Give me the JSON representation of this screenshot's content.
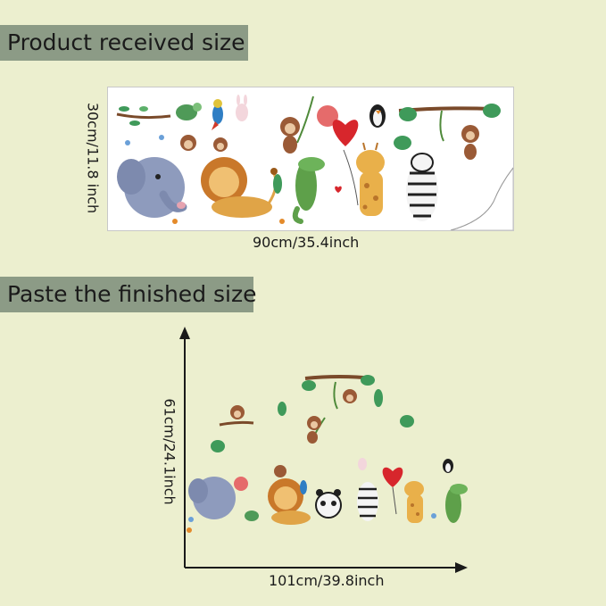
{
  "received": {
    "title": "Product received size",
    "height_label": "30cm/11.8 inch",
    "width_label": "90cm/35.4inch"
  },
  "finished": {
    "title": "Paste the finished size",
    "height_label": "61cm/24.1inch",
    "width_label": "101cm/39.8inch"
  },
  "colors": {
    "background": "#ecefcf",
    "banner": "#8c9b86",
    "leaf": "#3f9a5a",
    "heart": "#d7262c",
    "giraffe": "#e9b04a",
    "elephant": "#8e9bbd",
    "lion": "#e0a447",
    "monkey": "#9a5a36",
    "croc": "#5ea04a"
  }
}
